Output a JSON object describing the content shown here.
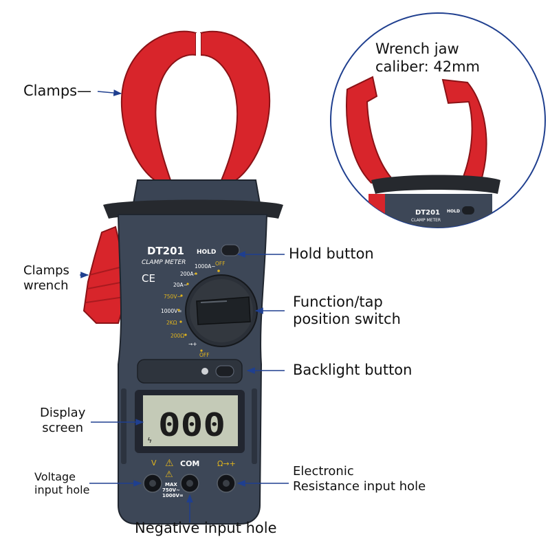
{
  "device": {
    "model": "DT201",
    "subtitle": "CLAMP METER",
    "ce_mark": "CE",
    "hold_label": "HOLD",
    "display_value": "000",
    "lightning_glyph": "ϟ",
    "dial_ranges": [
      "1000A~",
      "OFF",
      "200A~",
      "20A~",
      "750V~",
      "1000V=",
      "2KΩ",
      "200Ω",
      "→+",
      "OFF"
    ],
    "terminals": {
      "v_label": "V",
      "com_label": "COM",
      "ohm_label": "Ω→+",
      "max_label": "MAX",
      "max_ac": "750V~",
      "max_dc": "1000V="
    },
    "colors": {
      "jaw_red": "#d8252b",
      "body_dark": "#3d4757",
      "lcd_bg": "#c4cab7",
      "accent_yellow": "#e2b51d",
      "arrow_blue": "#1f3f8f"
    }
  },
  "inset": {
    "text_line1": "Wrench jaw",
    "text_line2": "caliber: 42mm",
    "model": "DT201",
    "subtitle": "CLAMP METER",
    "hold_label": "HOLD"
  },
  "callouts": {
    "clamps": "Clamps—",
    "clamps_wrench_1": "Clamps",
    "clamps_wrench_2": "wrench",
    "hold_button": "Hold button",
    "function_switch_1": "Function/tap",
    "function_switch_2": "position switch",
    "backlight_button": "Backlight button",
    "display_screen_1": "Display",
    "display_screen_2": "screen",
    "voltage_hole_1": "Voltage",
    "voltage_hole_2": "input hole",
    "electronic_hole_1": "Electronic",
    "electronic_hole_2": "Resistance input hole",
    "negative_hole": "Negative input hole"
  }
}
